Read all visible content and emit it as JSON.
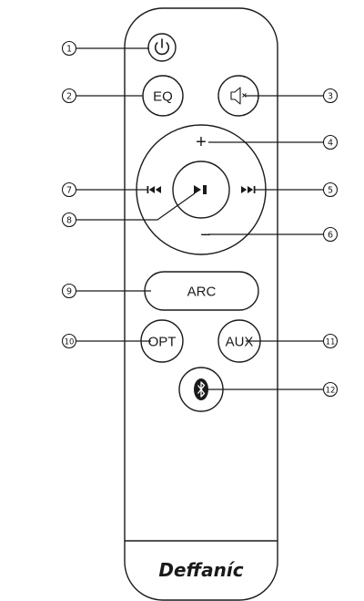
{
  "brand": "Deffaníc",
  "buttons": {
    "eq": "EQ",
    "volume_up": "+",
    "volume_down": "−",
    "arc": "ARC",
    "opt": "OPT",
    "aux": "AUX"
  },
  "callouts": [
    "1",
    "2",
    "3",
    "4",
    "5",
    "6",
    "7",
    "8",
    "9",
    "10",
    "11",
    "12"
  ],
  "icons": {
    "power": "power-icon",
    "mute": "mute-icon",
    "previous": "previous-track-icon",
    "play_pause": "play-pause-icon",
    "next": "next-track-icon",
    "bluetooth": "bluetooth-icon"
  }
}
